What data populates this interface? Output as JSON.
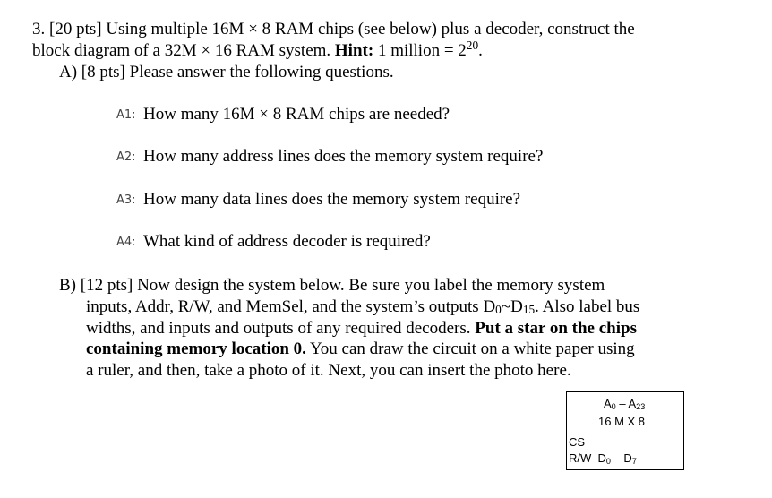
{
  "problem": {
    "line1_pre": "3. [20 pts] Using multiple 16M × 8 RAM chips (see below) plus a decoder, construct the",
    "line2_pre": "block diagram of a 32M × 16 RAM system. ",
    "hint_label": "Hint:",
    "hint_text": " 1 million = 2",
    "hint_exp": "20",
    "hint_end": "."
  },
  "partA": {
    "heading": "A) [8 pts] Please answer the following questions.",
    "questions": [
      {
        "tag": "A1:",
        "text": "How many 16M × 8 RAM chips are needed?"
      },
      {
        "tag": "A2:",
        "text": "How many address lines does the memory system require?"
      },
      {
        "tag": "A3:",
        "text": "How many data lines does the memory system require?"
      },
      {
        "tag": "A4:",
        "text": "What kind of address decoder is required?"
      }
    ]
  },
  "partB": {
    "heading": "B) [12 pts] Now design the system below. Be sure you label the memory system",
    "l2": "inputs, Addr, R/W, and MemSel, and the system’s outputs D",
    "l2_sub0": "0",
    "l2_mid": "~D",
    "l2_sub1": "15",
    "l2_end": ". Also label bus",
    "l3_pre": "widths, and inputs and outputs of any required decoders. ",
    "l3_bold": "Put a star on the chips",
    "l4_bold": "containing memory location 0.",
    "l4_rest": " You can draw the circuit on a white paper using",
    "l5": "a ruler, and then, take a photo of it. Next, you can insert the photo here."
  },
  "chip": {
    "addr_a": "A",
    "addr_a_sub": "0",
    "addr_dash": " – A",
    "addr_b_sub": "23",
    "size": "16 M X 8",
    "cs": "CS",
    "rw": "R/W",
    "data_d": "D",
    "data_d_sub": "0",
    "data_dash": " – D",
    "data_d2_sub": "7"
  }
}
